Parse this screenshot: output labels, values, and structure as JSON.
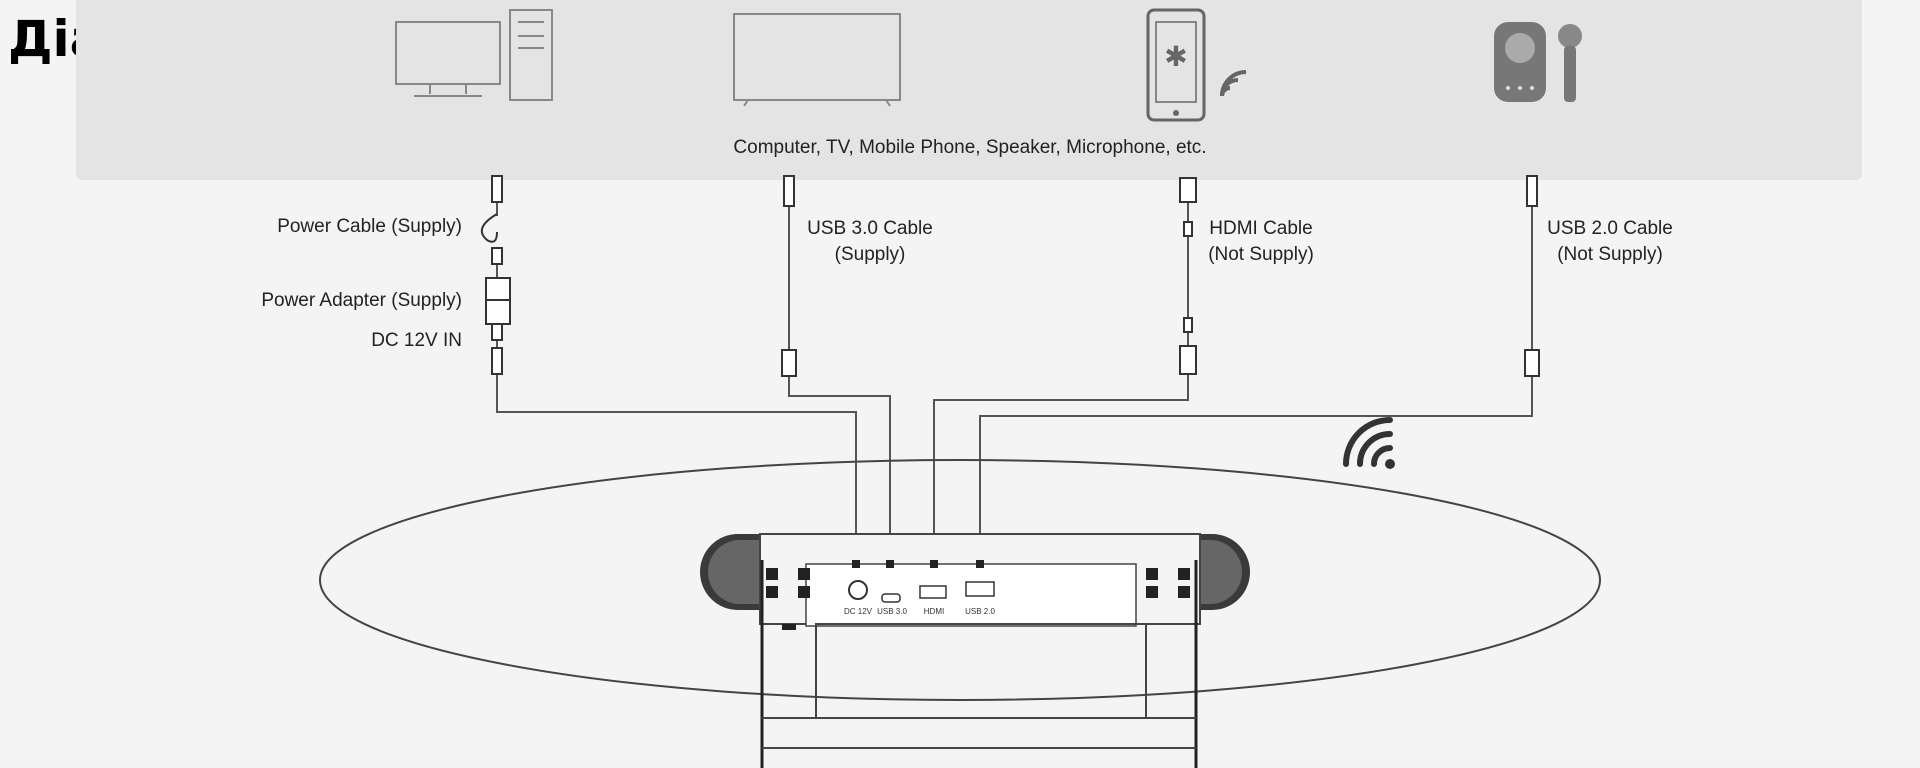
{
  "title": "Діаграма",
  "devices_caption": "Computer, TV, Mobile Phone, Speaker, Microphone, etc.",
  "devices": [
    {
      "name": "computer-icon"
    },
    {
      "name": "tv-icon"
    },
    {
      "name": "mobile-phone-icon"
    },
    {
      "name": "speaker-microphone-icon"
    }
  ],
  "cables": {
    "power_cable": "Power Cable (Supply)",
    "power_adapter": "Power Adapter (Supply)",
    "dc_in": "DC 12V IN",
    "usb3_cable": "USB 3.0 Cable",
    "usb3_supply": "(Supply)",
    "hdmi_cable": "HDMI Cable",
    "hdmi_supply": "(Not Supply)",
    "usb2_cable": "USB 2.0 Cable",
    "usb2_supply": "(Not Supply)"
  },
  "ports": {
    "dc": "DC 12V",
    "usb3": "USB 3.0",
    "hdmi": "HDMI",
    "usb2": "USB 2.0"
  },
  "colors": {
    "panel": "#e4e4e4",
    "line": "#555555",
    "dark": "#333333"
  }
}
